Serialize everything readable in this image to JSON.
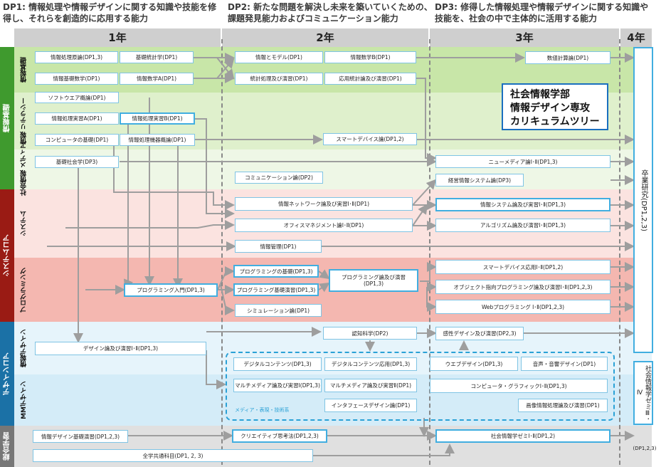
{
  "header": {
    "dp1": "DP1: 情報処理や情報デザインに関する知識や技能を修\n得し、それらを創造的に応用する能力",
    "dp2": "DP2: 新たな問題を解決し未来を築いていくための、\n課題発見能力およびコミュニケーション能力",
    "dp3": "DP3: 修得した情報処理や情報デザインに関する知識や\n技能を、社会の中で主体的に活用する能力"
  },
  "years": [
    "1年",
    "2年",
    "3年",
    "4年"
  ],
  "title": "社会情報学部\n情報デザイン専攻\nカリキュラムツリー",
  "sidebar": {
    "joho_kiso": "情報基礎",
    "system_core": "システムコア",
    "design_core": "デザインコア",
    "sogo": "総合学習",
    "sub_joho_kiso": "情報基礎",
    "sub_literacy": "情報\nリテラシー",
    "sub_media": "社会情報\nメディア",
    "sub_system": "システム",
    "sub_programming": "プログラミング",
    "sub_joho_design": "情報デザイン",
    "sub_mm_design": "MMデザイン"
  },
  "courses": {
    "y1_genron": "情報処理原論(DP1,3)",
    "y1_kisotokei": "基礎統計学(DP1)",
    "y1_kisosugaku": "情報基礎数学(DP1)",
    "y1_sugakuA": "情報数学A(DP1)",
    "y1_software": "ソフトウエア概論(DP1)",
    "y1_jisshuA": "情報処理実習A(DP1)",
    "y1_jisshuB": "情報処理実習B(DP1)",
    "y1_computer": "コンピュータの基礎(DP1)",
    "y1_kiki": "情報処理機器概論(DP1)",
    "y1_shakai": "基礎社会学(DP3)",
    "y1_prog": "プログラミング入門(DP1,3)",
    "y1_design": "デザイン論及び演習Ⅰ･Ⅱ(DP1,3)",
    "y1_enshu": "情報デザイン基礎演習(DP1,2,3)",
    "y2_model": "情報とモデル(DP1)",
    "y2_sugakuB": "情報数学B(DP1)",
    "y2_tokei": "統計処理及び演習(DP1)",
    "y2_oyotokei": "応用統計論及び演習(DP1)",
    "y2_smart": "スマートデバイス論(DP1,2)",
    "y2_comm": "コミュニケーション論(DP2)",
    "y2_network": "情報ネットワーク論及び実習Ⅰ･Ⅱ(DP1)",
    "y2_office": "オフィスマネジメント論Ⅰ･Ⅱ(DP1)",
    "y2_kanri": "情報管理(DP1)",
    "y2_progkiso": "プログラミングの基礎(DP1,3)",
    "y2_progenshu": "プログラミング基礎演習(DP1,3)",
    "y2_progron": "プログラミング論及び演習\n(DP1,3)",
    "y2_sim": "シミュレーション論(DP1)",
    "y2_ninchi": "認知科学(DP2)",
    "y2_digital": "デジタルコンテンツ(DP1,3)",
    "y2_digitaloyo": "デジタルコンテンツ応用(DP1,3)",
    "y2_multi1": "マルチメディア論及び実習Ⅰ(DP1,3)",
    "y2_multi2": "マルチメディア論及び実習Ⅱ(DP1)",
    "y2_interface": "インタフェースデザイン論(DP1)",
    "y2_creative": "クリエイティブ思考法(DP1,2,3)",
    "y3_suchi": "数値計算論(DP1)",
    "y3_newmedia": "ニューメディア論Ⅰ･Ⅱ(DP1,3)",
    "y3_keiei": "経営情報システム論(DP3)",
    "y3_system": "情報システム論及び実習Ⅰ･Ⅱ(DP1,3)",
    "y3_algo": "アルゴリズム論及び演習Ⅰ･Ⅱ(DP1,3)",
    "y3_smartoyo": "スマートデバイス応用Ⅰ･Ⅱ(DP1,2)",
    "y3_object": "オブジェクト指向プログラミング論及び演習Ⅰ･Ⅱ(DP1,2,3)",
    "y3_web": "Webプログラミング Ⅰ･Ⅱ(DP1,2,3)",
    "y3_kansei": "感性デザイン及び演習(DP2,3)",
    "y3_webdesign": "ウエブデザイン(DP1,3)",
    "y3_onsei": "音声・音響デザイン(DP1)",
    "y3_cg": "コンピュータ・グラフィックⅠ･Ⅱ(DP1,3)",
    "y3_gazo": "画像情報処理論及び演習(DP1)",
    "y3_zemi": "社会情報学ゼミⅠ･Ⅱ(DP1,2)",
    "all_zenkaku": "全学共通科目(DP1, 2, 3)",
    "y4_sotsugyo": "卒業研究(DP1,2,3)",
    "y4_zemi": "社会情報学ゼミⅢ･Ⅳ",
    "y4_zemi_dp": "(DP1,2,3)"
  },
  "group_label": "メディア・表現・技術系",
  "colors": {
    "green_band": "#c8e6a8",
    "light_green": "#e4f2d4",
    "red_band": "#f4c4c0",
    "pink_band": "#fbe3e0",
    "blue_band": "#d4ecf8",
    "gray_band": "#e0e0e0",
    "green_side": "#3f9a2e",
    "red_side": "#9a1b14",
    "blue_side": "#1b71a6",
    "gray_side": "#777777",
    "box_border": "#41aee0",
    "arrow": "#9e9e9e"
  }
}
